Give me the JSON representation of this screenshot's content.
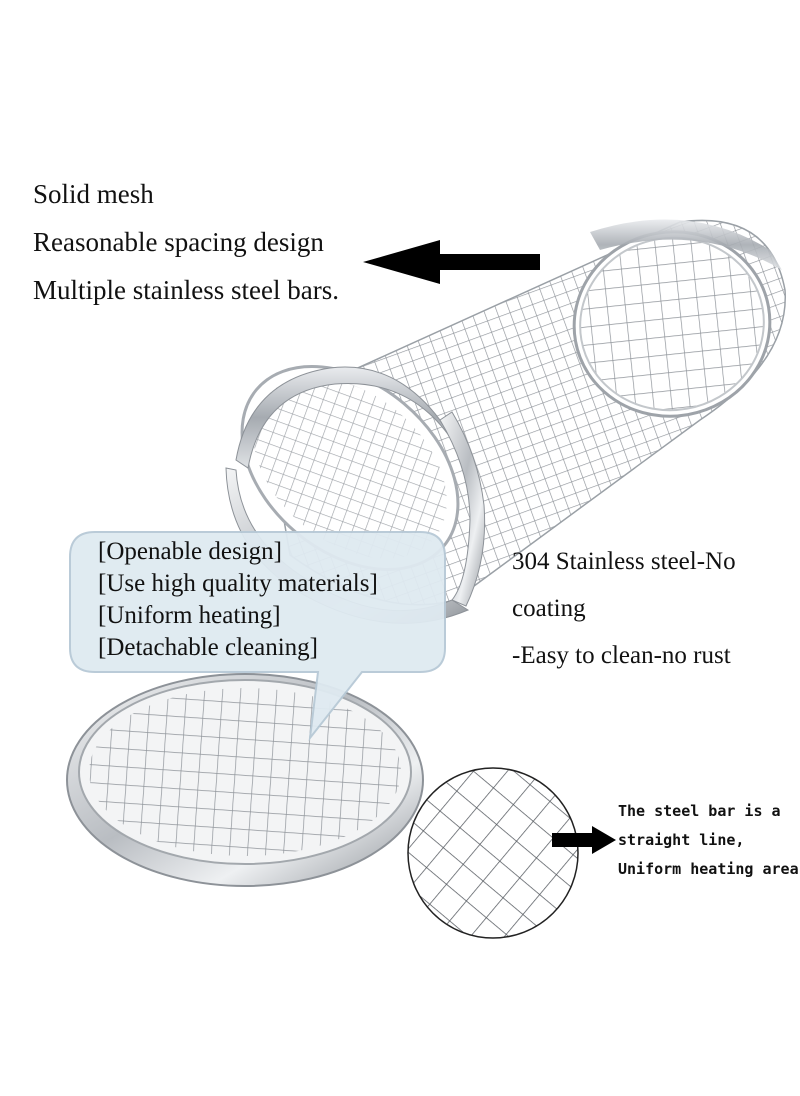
{
  "features": {
    "lines": [
      "Solid mesh",
      "Reasonable spacing design",
      "Multiple stainless steel bars."
    ]
  },
  "bubble": {
    "lines": [
      "[Openable design]",
      "[Use high quality materials]",
      "[Uniform heating]",
      "[Detachable cleaning]"
    ]
  },
  "material": {
    "lines": [
      "304 Stainless steel-No",
      "coating",
      "-Easy to clean-no rust"
    ]
  },
  "steel_bar": {
    "lines": [
      "The steel bar is a",
      "straight line,",
      "Uniform heating area."
    ]
  },
  "colors": {
    "bubble_fill": "#dfeaf1",
    "bubble_edge": "#b7c9d6",
    "steel": "#c9ccd0",
    "steel_dark": "#8d9298",
    "arrow": "#000000"
  }
}
